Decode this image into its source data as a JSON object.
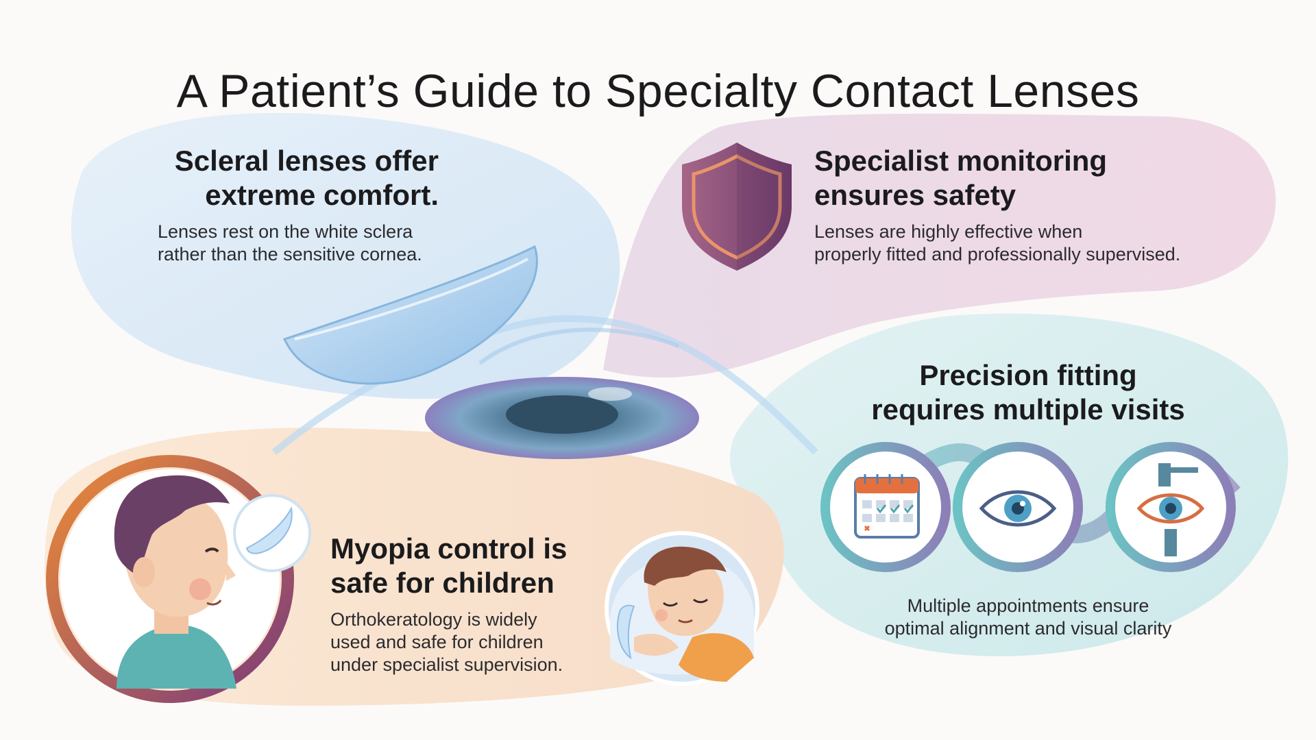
{
  "page": {
    "title": "A Patient’s Guide to Specialty Contact Lenses"
  },
  "sections": [
    {
      "id": "scleral",
      "heading_lines": [
        "Scleral lenses offer",
        "extreme comfort."
      ],
      "body_lines": [
        "Lenses rest on the white sclera",
        "rather than the sensitive cornea."
      ],
      "icon": "contact-lens-icon",
      "color": "#dbeaf6"
    },
    {
      "id": "monitoring",
      "heading_lines": [
        "Specialist monitoring",
        "ensures safety"
      ],
      "body_lines": [
        "Lenses are highly effective when",
        "properly fitted and professionally supervised."
      ],
      "icon": "shield-icon",
      "color": "#eed8e6"
    },
    {
      "id": "precision",
      "heading_lines": [
        "Precision fitting",
        "requires multiple visits"
      ],
      "body_lines": [
        "Multiple appointments ensure",
        "optimal alignment and visual clarity"
      ],
      "icons": [
        "calendar-icon",
        "eye-icon",
        "eye-exam-icon"
      ],
      "color": "#d6eeee"
    },
    {
      "id": "myopia",
      "heading_lines": [
        "Myopia control is",
        "safe for children"
      ],
      "body_lines": [
        "Orthokeratology is widely",
        "used and safe for children",
        "under specialist supervision."
      ],
      "icons": [
        "child-profile-icon",
        "sleeping-child-icon"
      ],
      "color": "#f9e3cd"
    }
  ],
  "colors": {
    "lens_blue": "#a9cff0",
    "iris": "#6b8ab8",
    "shield": "#8e4d78",
    "shield_accent": "#e08a63",
    "ring_gradient_start": "#e88a3c",
    "ring_gradient_end": "#7a3d78",
    "teal": "#5fb8bf"
  }
}
